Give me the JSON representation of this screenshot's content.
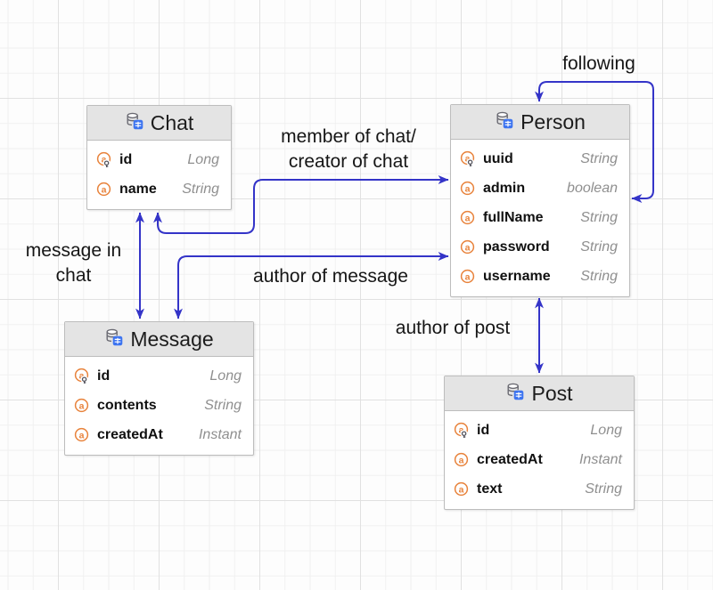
{
  "diagram": {
    "entities": [
      {
        "title": "Chat",
        "fields": [
          {
            "name": "id",
            "type": "Long",
            "key": true
          },
          {
            "name": "name",
            "type": "String",
            "key": false
          }
        ]
      },
      {
        "title": "Person",
        "fields": [
          {
            "name": "uuid",
            "type": "String",
            "key": true
          },
          {
            "name": "admin",
            "type": "boolean",
            "key": false
          },
          {
            "name": "fullName",
            "type": "String",
            "key": false
          },
          {
            "name": "password",
            "type": "String",
            "key": false
          },
          {
            "name": "username",
            "type": "String",
            "key": false
          }
        ]
      },
      {
        "title": "Message",
        "fields": [
          {
            "name": "id",
            "type": "Long",
            "key": true
          },
          {
            "name": "contents",
            "type": "String",
            "key": false
          },
          {
            "name": "createdAt",
            "type": "Instant",
            "key": false
          }
        ]
      },
      {
        "title": "Post",
        "fields": [
          {
            "name": "id",
            "type": "Long",
            "key": true
          },
          {
            "name": "createdAt",
            "type": "Instant",
            "key": false
          },
          {
            "name": "text",
            "type": "String",
            "key": false
          }
        ]
      }
    ],
    "labels": {
      "following": "following",
      "member_of_chat_line1": "member of chat/",
      "member_of_chat_line2": "creator of chat",
      "message_in_chat_line1": "message in",
      "message_in_chat_line2": "chat",
      "author_of_message": "author of message",
      "author_of_post": "author of post"
    },
    "icons": {
      "entity_header": "database-table-icon",
      "primary_key_field": "attribute-with-key-icon",
      "attribute_field": "attribute-icon"
    },
    "colors": {
      "edge_blue": "#3434C8",
      "attribute_orange": "#E8833C",
      "table_icon_blue": "#3D74F0",
      "header_gray": "#e4e4e4",
      "type_text_gray": "#8f8f8f"
    }
  }
}
